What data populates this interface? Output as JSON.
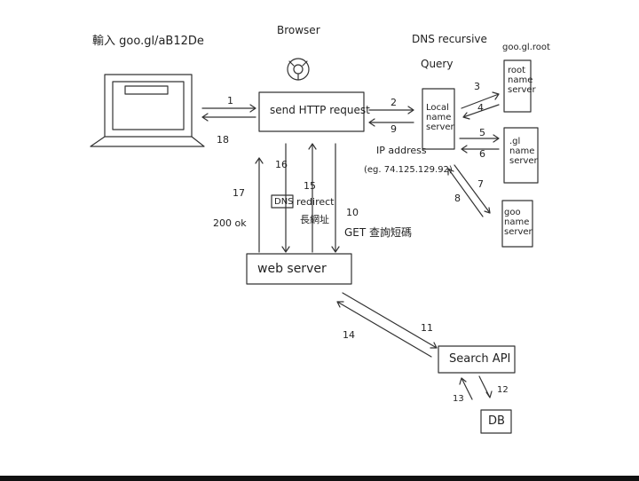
{
  "title": "Browser",
  "laptop": {
    "caption": "輸入 goo.gl/aB12De"
  },
  "browser": {
    "request_label": "send HTTP request"
  },
  "dns": {
    "heading_line1": "DNS recursive",
    "heading_line2": "Query",
    "local_server": [
      "Local",
      "name",
      "server"
    ],
    "root_caption": "goo.gl.root",
    "root_server": [
      "root",
      "name",
      "server"
    ],
    "gl_server": [
      ".gl",
      "name",
      "server"
    ],
    "goo_server": [
      "goo",
      "name",
      "server"
    ],
    "ip_address": "IP address",
    "ip_example": "(eg. 74.125.129.92)"
  },
  "web_server": {
    "label": "web server",
    "dns_box": "DNS",
    "redirect": "redirect",
    "long_url": "長網址",
    "status_200": "200 ok",
    "get_label": "GET 查詢短碼"
  },
  "search_api": {
    "label": "Search API"
  },
  "db": {
    "label": "DB"
  },
  "steps": {
    "s1": "1",
    "s2": "2",
    "s3": "3",
    "s4": "4",
    "s5": "5",
    "s6": "6",
    "s7": "7",
    "s8": "8",
    "s9": "9",
    "s10": "10",
    "s11": "11",
    "s12": "12",
    "s13": "13",
    "s14": "14",
    "s15": "15",
    "s16": "16",
    "s17": "17",
    "s18": "18"
  }
}
